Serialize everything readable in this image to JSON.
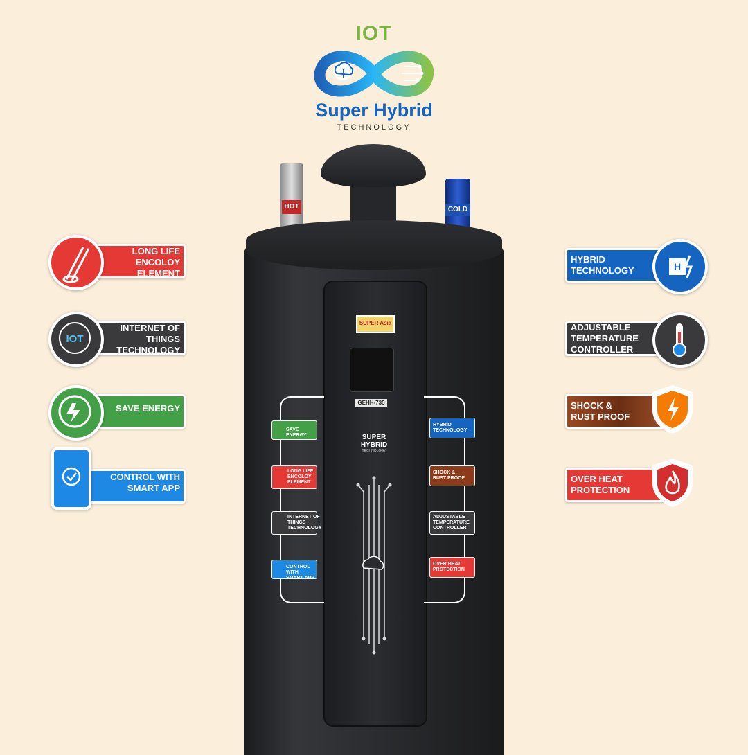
{
  "logo": {
    "top_text": "IOT",
    "name": "Super Hybrid",
    "tagline": "TECHNOLOGY"
  },
  "features_left": [
    {
      "label": "LONG LIFE\nENCOLOY\nELEMENT",
      "color": "#e53935",
      "icon": "heating-element-icon"
    },
    {
      "label": "INTERNET OF\nTHINGS\nTECHNOLOGY",
      "color": "#3a3a3c",
      "icon": "iot-icon"
    },
    {
      "label": "SAVE ENERGY",
      "color": "#43a047",
      "icon": "energy-save-icon"
    },
    {
      "label": "CONTROL WITH\nSMART APP",
      "color": "#1e88e5",
      "icon": "smartphone-icon"
    }
  ],
  "features_right": [
    {
      "label": "HYBRID\nTECHNOLOGY",
      "color": "#1565c0",
      "icon": "hybrid-chip-icon"
    },
    {
      "label": "ADJUSTABLE\nTEMPERATURE\nCONTROLLER",
      "color": "#3a3a3c",
      "icon": "thermometer-icon"
    },
    {
      "label": "SHOCK &\nRUST PROOF",
      "color": "#8d3a1a",
      "icon": "shield-bolt-icon"
    },
    {
      "label": "OVER HEAT\nPROTECTION",
      "color": "#e53935",
      "icon": "shield-flame-icon"
    }
  ],
  "product": {
    "hot_label": "HOT",
    "cold_label": "COLD",
    "brand": "SUPER Asia",
    "model": "GEHH-735",
    "panel_title": "SUPER\nHYBRID",
    "panel_tagline": "TECHNOLOGY",
    "panel_left": [
      "SAVE ENERGY",
      "LONG LIFE\nENCOLOY\nELEMENT",
      "INTERNET OF\nTHINGS\nTECHNOLOGY",
      "CONTROL WITH\nSMART APP"
    ],
    "panel_right": [
      "HYBRID\nTECHNOLOGY",
      "SHOCK &\nRUST PROOF",
      "ADJUSTABLE\nTEMPERATURE\nCONTROLLER",
      "OVER HEAT\nPROTECTION"
    ]
  }
}
